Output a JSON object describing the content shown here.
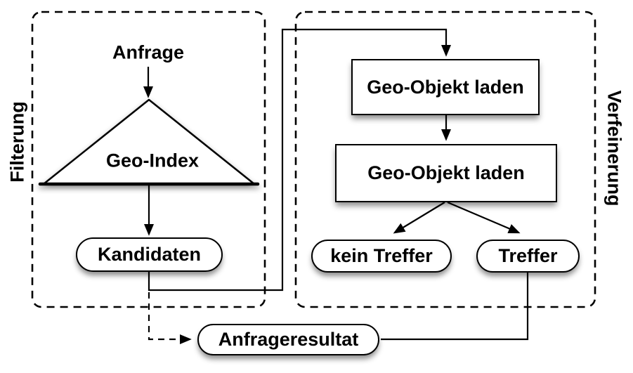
{
  "diagram": {
    "background": "#ffffff",
    "stroke_color": "#000000",
    "node_fill": "#ffffff",
    "left_section": {
      "label": "Filterung"
    },
    "right_section": {
      "label": "Verfeinerung"
    },
    "nodes": {
      "anfrage": {
        "label": "Anfrage",
        "type": "text"
      },
      "geo_index": {
        "label": "Geo-Index",
        "type": "triangle"
      },
      "kandidaten": {
        "label": "Kandidaten",
        "type": "stadium"
      },
      "geo_objekt_laden_1": {
        "label": "Geo-Objekt laden",
        "type": "rect"
      },
      "geo_objekt_laden_2": {
        "label": "Geo-Objekt laden",
        "type": "rect"
      },
      "kein_treffer": {
        "label": "kein Treffer",
        "type": "stadium"
      },
      "treffer": {
        "label": "Treffer",
        "type": "stadium"
      },
      "anfrageresultat": {
        "label": "Anfrageresultat",
        "type": "stadium"
      }
    },
    "edges": [
      {
        "from": "anfrage",
        "to": "geo_index",
        "style": "solid-arrow"
      },
      {
        "from": "geo_index",
        "to": "kandidaten",
        "style": "solid-arrow"
      },
      {
        "from": "kandidaten",
        "to": "geo_objekt_laden_1",
        "style": "solid-arrow-routed"
      },
      {
        "from": "geo_objekt_laden_1",
        "to": "geo_objekt_laden_2",
        "style": "solid-arrow"
      },
      {
        "from": "geo_objekt_laden_2",
        "to": "kein_treffer",
        "style": "solid-arrow"
      },
      {
        "from": "geo_objekt_laden_2",
        "to": "treffer",
        "style": "solid-arrow"
      },
      {
        "from": "kandidaten",
        "to": "anfrageresultat",
        "style": "dashed-arrow"
      },
      {
        "from": "treffer",
        "to": "anfrageresultat",
        "style": "solid-line"
      }
    ]
  }
}
